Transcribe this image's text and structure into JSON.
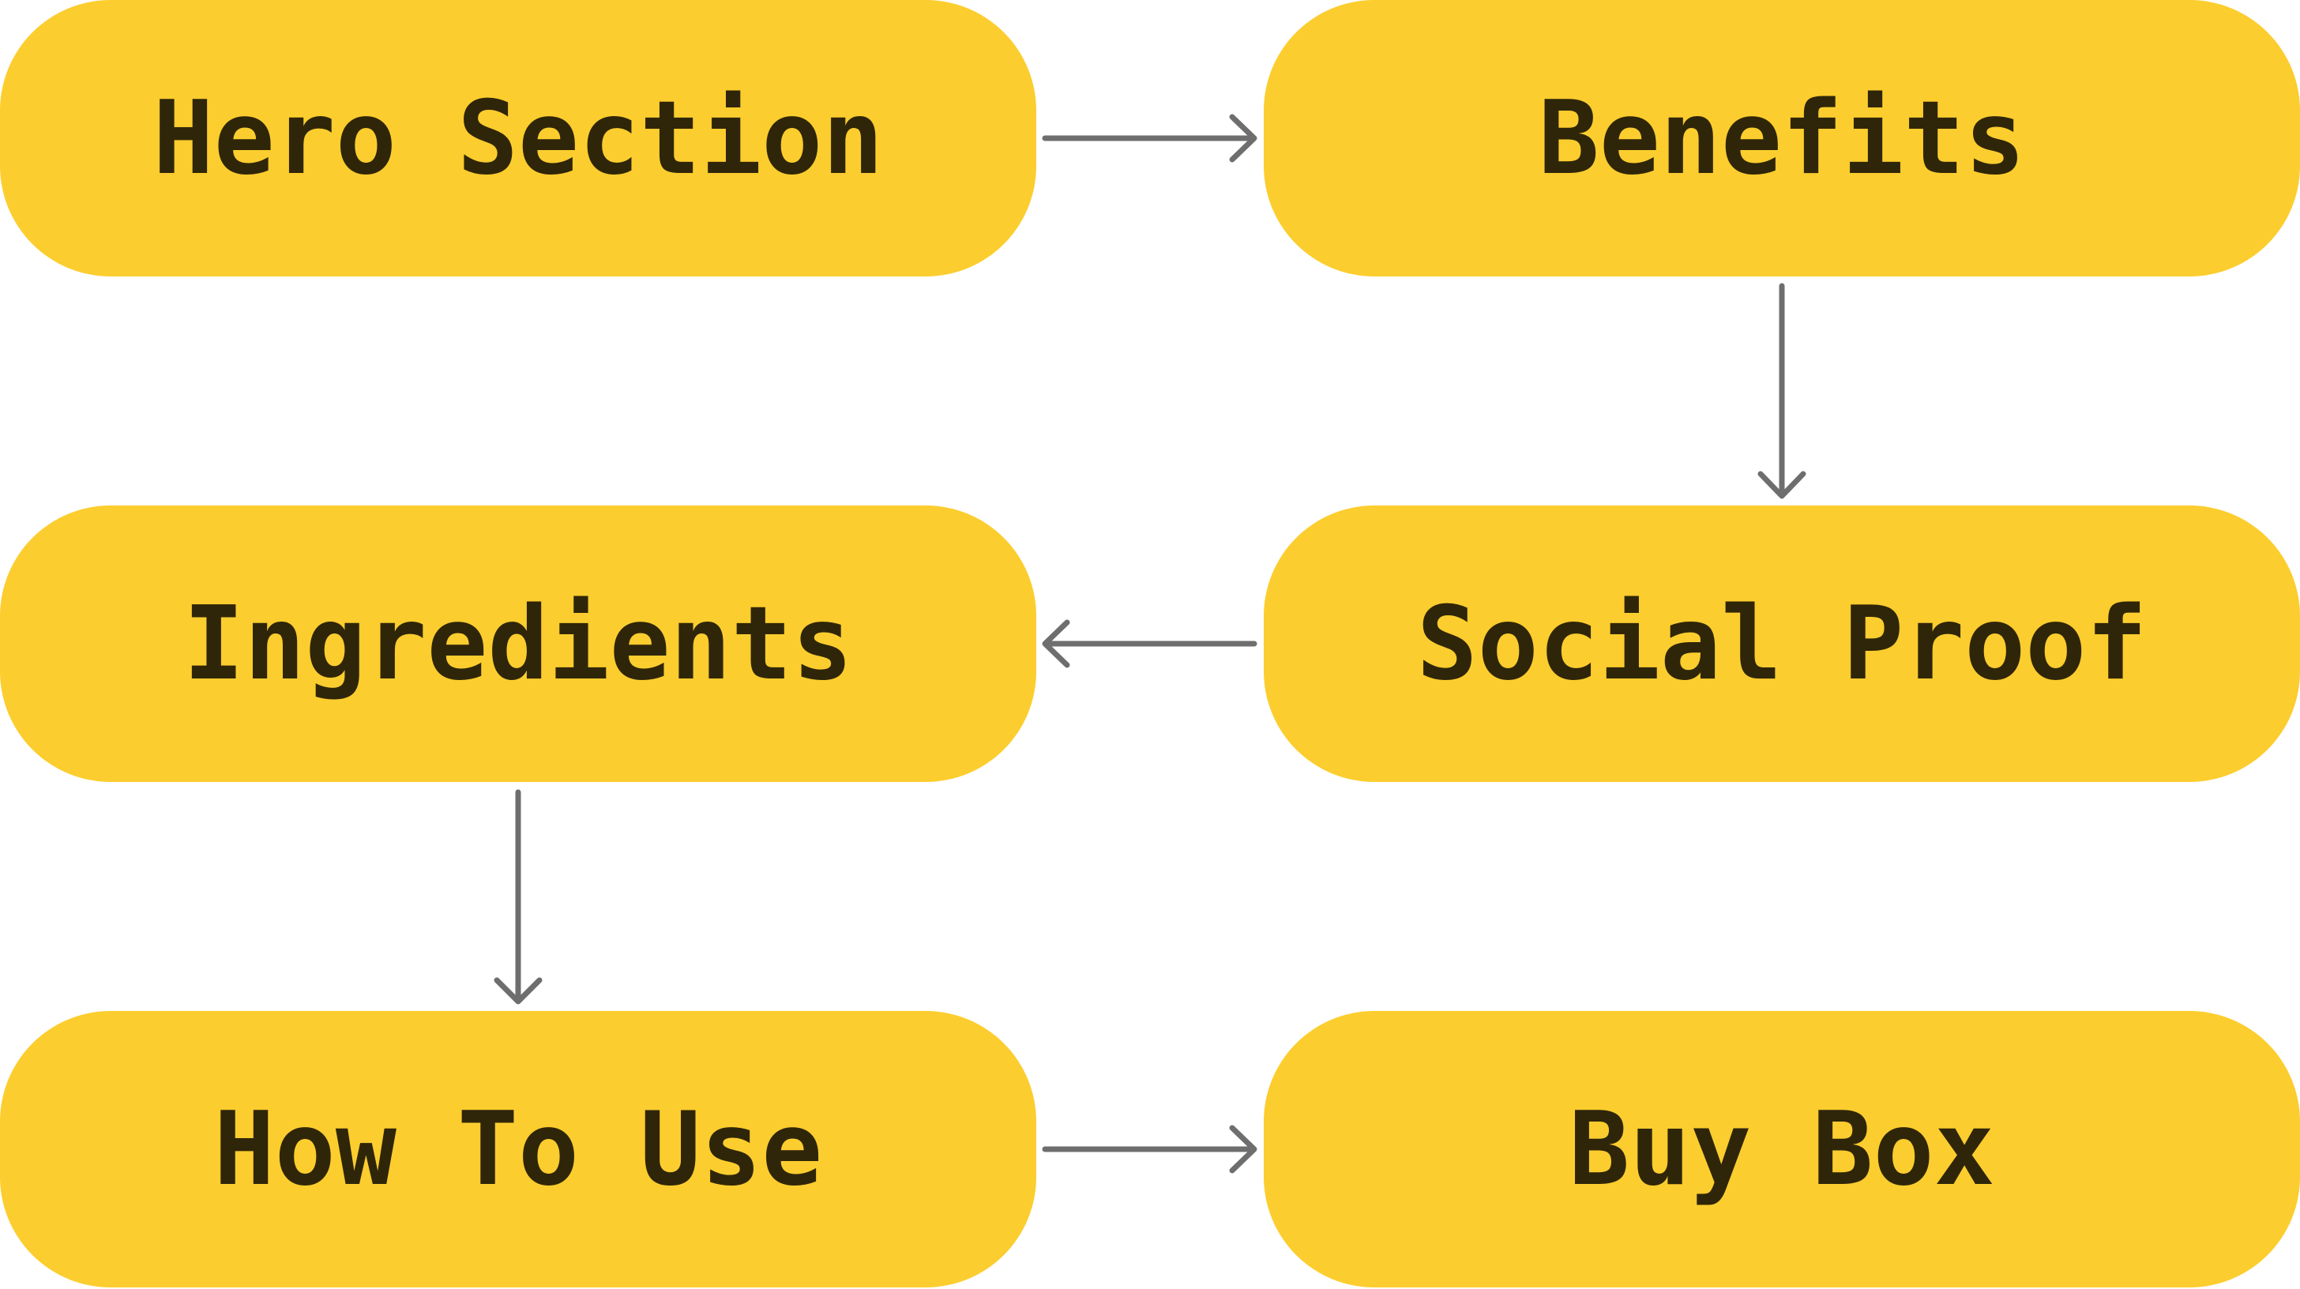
{
  "diagram": {
    "colors": {
      "node_fill": "#FCCD2E",
      "node_text": "#2F2609",
      "edge": "#6E6E6E",
      "background": "#FFFFFF"
    },
    "nodes": [
      {
        "id": "hero",
        "label": "Hero Section"
      },
      {
        "id": "benefits",
        "label": "Benefits"
      },
      {
        "id": "ingredients",
        "label": "Ingredients"
      },
      {
        "id": "social",
        "label": "Social Proof"
      },
      {
        "id": "howto",
        "label": "How To Use"
      },
      {
        "id": "buybox",
        "label": "Buy Box"
      }
    ],
    "edges": [
      {
        "from": "Hero Section",
        "to": "Benefits"
      },
      {
        "from": "Benefits",
        "to": "Social Proof"
      },
      {
        "from": "Social Proof",
        "to": "Ingredients"
      },
      {
        "from": "Ingredients",
        "to": "How To Use"
      },
      {
        "from": "How To Use",
        "to": "Buy Box"
      }
    ]
  }
}
